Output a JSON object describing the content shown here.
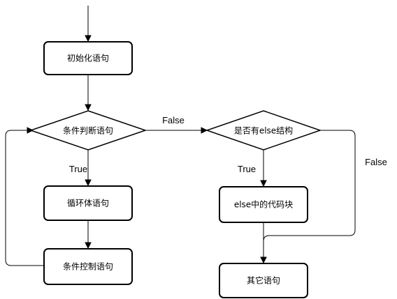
{
  "nodes": {
    "init": "初始化语句",
    "condition": "条件判断语句",
    "loop_body": "循环体语句",
    "control": "条件控制语句",
    "has_else": "是否有else结构",
    "else_block": "else中的代码块",
    "other": "其它语句"
  },
  "edge_labels": {
    "condition_false": "False",
    "condition_true": "True",
    "else_true": "True",
    "else_false": "False"
  }
}
